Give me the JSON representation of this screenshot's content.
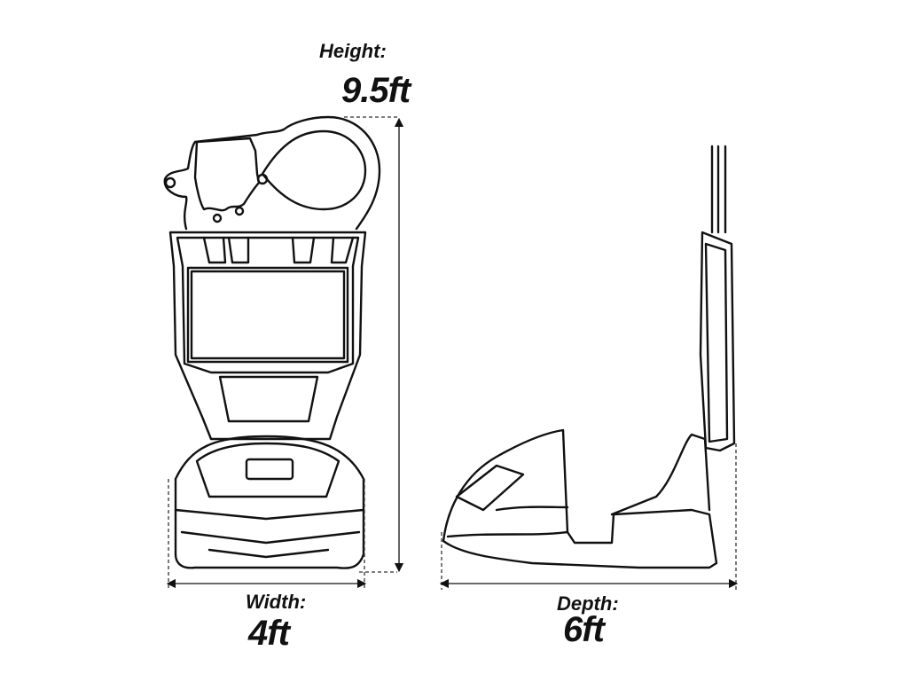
{
  "dimensions": {
    "height": {
      "label": "Height:",
      "value": "9.5ft"
    },
    "width": {
      "label": "Width:",
      "value": "4ft"
    },
    "depth": {
      "label": "Depth:",
      "value": "6ft"
    }
  },
  "colors": {
    "line": "#111111",
    "background": "#ffffff"
  }
}
